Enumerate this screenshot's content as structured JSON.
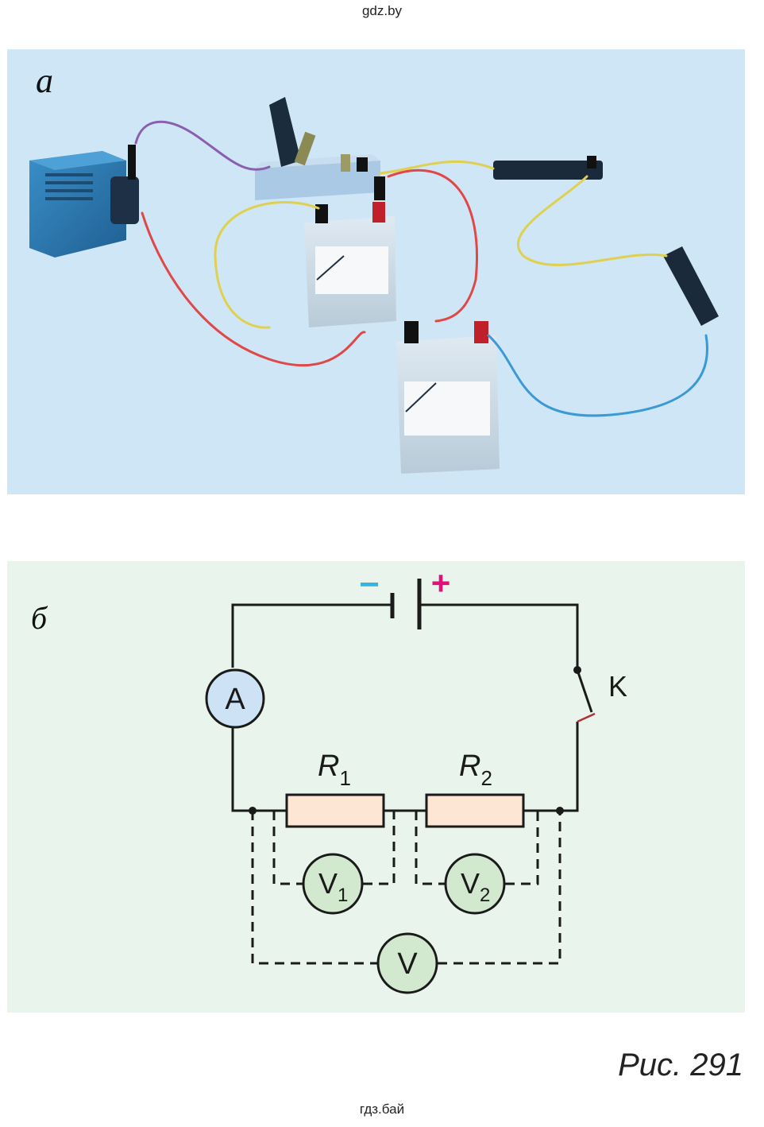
{
  "site": {
    "top": "gdz.by",
    "bottom": "гдз.бай"
  },
  "photo": {
    "label": "а"
  },
  "schema": {
    "label": "б",
    "minus": "−",
    "plus": "+",
    "ammeter": "A",
    "switch": "K",
    "r1": {
      "letter": "R",
      "sub": "1"
    },
    "r2": {
      "letter": "R",
      "sub": "2"
    },
    "v1": {
      "letter": "V",
      "sub": "1"
    },
    "v2": {
      "letter": "V",
      "sub": "2"
    },
    "v": "V"
  },
  "colors": {
    "minus": "#35b4e0",
    "plus": "#e0127a",
    "ammeter_fill": "#cde3f5",
    "voltmeter_fill": "#d3e9cf",
    "resistor_fill": "#fde6d4"
  },
  "caption": "Рис. 291"
}
